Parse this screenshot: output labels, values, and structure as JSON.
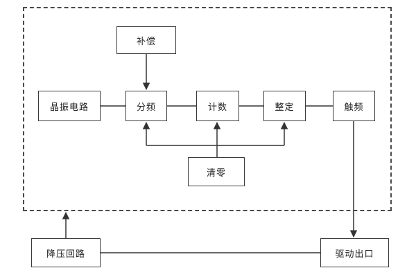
{
  "diagram": {
    "type": "block-diagram",
    "nodes": {
      "compensation": {
        "label": "补偿"
      },
      "crystal": {
        "label": "晶振电路"
      },
      "divider": {
        "label": "分频"
      },
      "counter": {
        "label": "计数"
      },
      "setting": {
        "label": "整定"
      },
      "trigger": {
        "label": "触频"
      },
      "reset": {
        "label": "清零"
      },
      "stepdown": {
        "label": "降压回路"
      },
      "drive": {
        "label": "驱动出口"
      }
    },
    "edges": [
      {
        "from": "compensation",
        "to": "divider",
        "arrow": true
      },
      {
        "from": "crystal",
        "to": "divider",
        "arrow": false
      },
      {
        "from": "divider",
        "to": "counter",
        "arrow": false
      },
      {
        "from": "counter",
        "to": "setting",
        "arrow": false
      },
      {
        "from": "setting",
        "to": "trigger",
        "arrow": false
      },
      {
        "from": "reset",
        "to": "divider",
        "arrow": true
      },
      {
        "from": "reset",
        "to": "counter",
        "arrow": true
      },
      {
        "from": "reset",
        "to": "setting",
        "arrow": true
      },
      {
        "from": "trigger",
        "to": "drive",
        "arrow": true
      },
      {
        "from": "stepdown",
        "to": "dashed-frame",
        "arrow": true
      },
      {
        "from": "stepdown",
        "to": "drive",
        "arrow": false
      }
    ],
    "line_color": "#333333"
  }
}
